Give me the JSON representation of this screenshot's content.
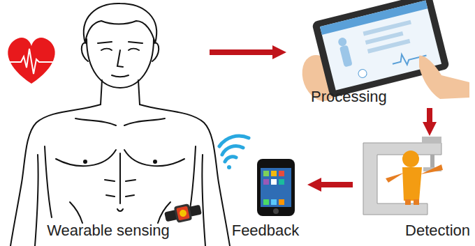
{
  "diagram": {
    "nodes": [
      {
        "text": [
          "Wearable sensing"
        ]
      },
      {
        "text": [
          "Processing"
        ]
      },
      {
        "text": [
          "Detection"
        ]
      },
      {
        "text": [
          "Feedback"
        ]
      }
    ],
    "edges": [
      {
        "from": 0,
        "to": 1,
        "arrow": "to"
      },
      {
        "from": 1,
        "to": 2,
        "arrow": "to"
      },
      {
        "from": 2,
        "to": 3,
        "arrow": "to"
      }
    ]
  }
}
